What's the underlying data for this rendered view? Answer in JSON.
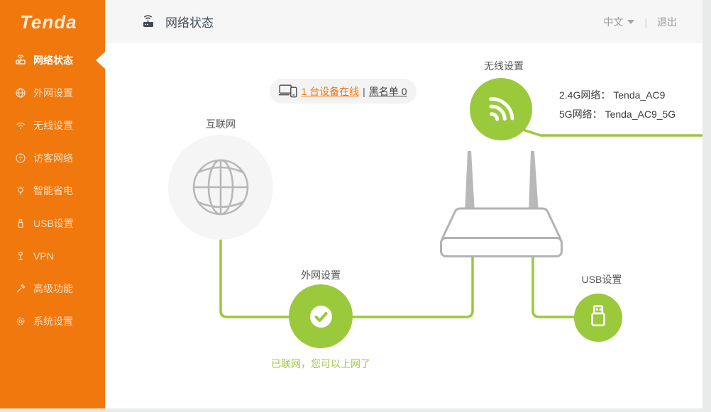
{
  "app": {
    "logo_text": "Tenda"
  },
  "sidebar": {
    "items": [
      {
        "label": "网络状态",
        "active": true
      },
      {
        "label": "外网设置"
      },
      {
        "label": "无线设置"
      },
      {
        "label": "访客网络"
      },
      {
        "label": "智能省电"
      },
      {
        "label": "USB设置"
      },
      {
        "label": "VPN"
      },
      {
        "label": "高级功能"
      },
      {
        "label": "系统设置"
      }
    ]
  },
  "header": {
    "title": "网络状态",
    "language": "中文",
    "divider": "|",
    "logout": "退出"
  },
  "device_banner": {
    "online_text": "1 台设备在线",
    "separator": "|",
    "blacklist_text": "黑名单 0"
  },
  "diagram": {
    "internet_label": "互联网",
    "wan_label": "外网设置",
    "wireless_label": "无线设置",
    "usb_label": "USB设置",
    "connection_status": "已联网，您可以上网了",
    "wifi_24g": "2.4G网络： Tenda_AC9",
    "wifi_5g": "5G网络： Tenda_AC9_5G"
  },
  "colors": {
    "brand_orange": "#f0780c",
    "accent_green": "#9bc93c",
    "header_bg": "#f6f6f6",
    "title_text": "#434c59"
  }
}
